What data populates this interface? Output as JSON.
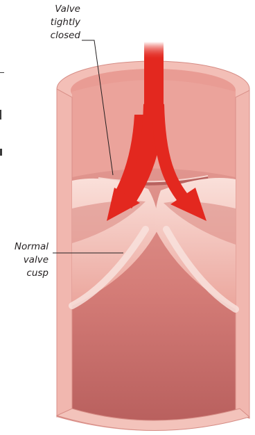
{
  "labels": {
    "top": {
      "lines": [
        "Valve",
        "tightly",
        "closed"
      ]
    },
    "bottom": {
      "lines": [
        "Normal",
        "valve",
        "cusp"
      ]
    }
  },
  "colors": {
    "vessel_outer": "#f2bcb4",
    "vessel_inner": "#e58f88",
    "vessel_shadow": "#c96d69",
    "cusp": "#f6d0c9",
    "arrow": "#e3281f",
    "leader_line": "#231f20"
  }
}
